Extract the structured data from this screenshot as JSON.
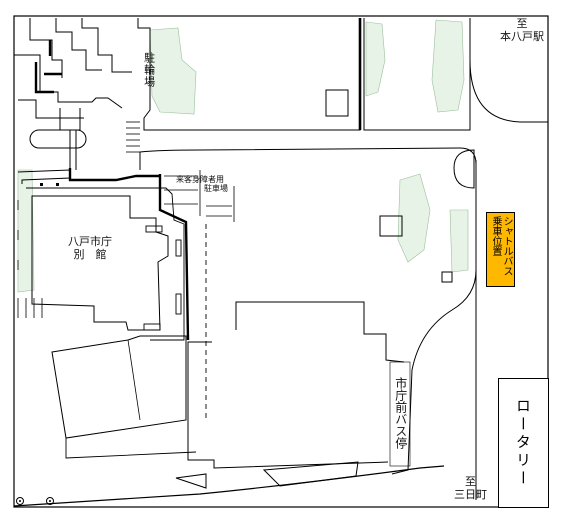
{
  "map": {
    "direction_north": {
      "line1": "至",
      "line2": "本八戸駅"
    },
    "direction_south": {
      "line1": "至",
      "line2": "三日町"
    },
    "parking_lot": "駐輪場",
    "annex_building": {
      "line1": "八戸市庁",
      "line2": "別　館"
    },
    "reserved_parking": {
      "line1": "来客身障者用",
      "line2": "駐車場"
    },
    "shuttle_stop": {
      "line1": "シャトルバス",
      "line2": "乗車位置"
    },
    "bus_stop": "市庁前バス停",
    "rotary": "ロータリー",
    "colors": {
      "shuttle_highlight": "#ffb800",
      "green_area": "#e8f3e8",
      "line": "#000000"
    }
  }
}
